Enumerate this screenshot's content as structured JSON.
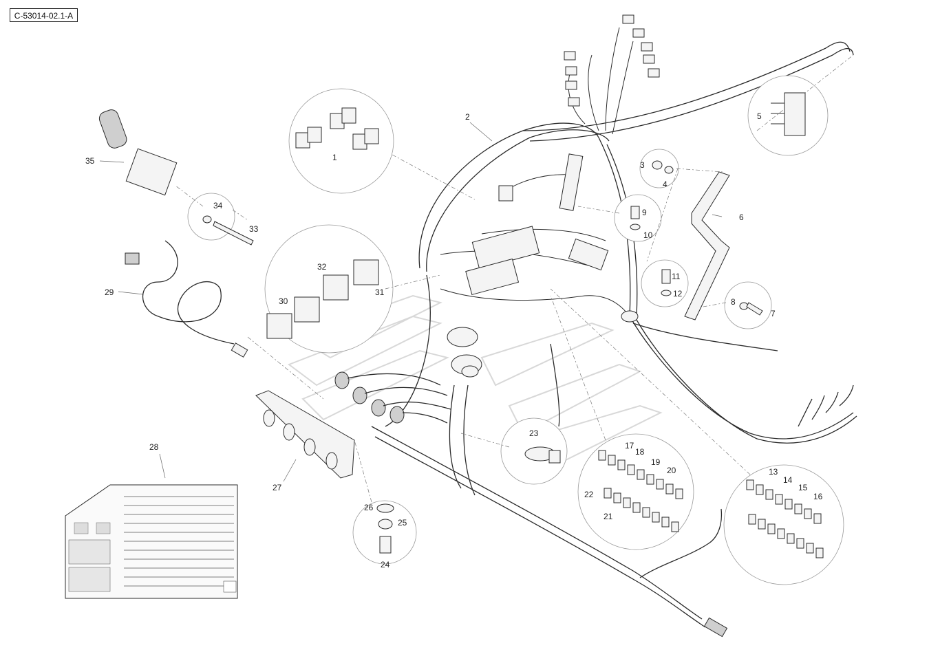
{
  "drawing": {
    "reference": "C-53014-02.1-A",
    "labels": {
      "l1": "1",
      "l2": "2",
      "l3": "3",
      "l4": "4",
      "l5": "5",
      "l6": "6",
      "l7": "7",
      "l8": "8",
      "l9": "9",
      "l10": "10",
      "l11": "11",
      "l12": "12",
      "l13": "13",
      "l14": "14",
      "l15": "15",
      "l16": "16",
      "l17": "17",
      "l18": "18",
      "l19": "19",
      "l20": "20",
      "l21": "21",
      "l22": "22",
      "l23": "23",
      "l24": "24",
      "l25": "25",
      "l26": "26",
      "l27": "27",
      "l28": "28",
      "l29": "29",
      "l30": "30",
      "l31": "31",
      "l32": "32",
      "l33": "33",
      "l34": "34",
      "l35": "35"
    }
  }
}
